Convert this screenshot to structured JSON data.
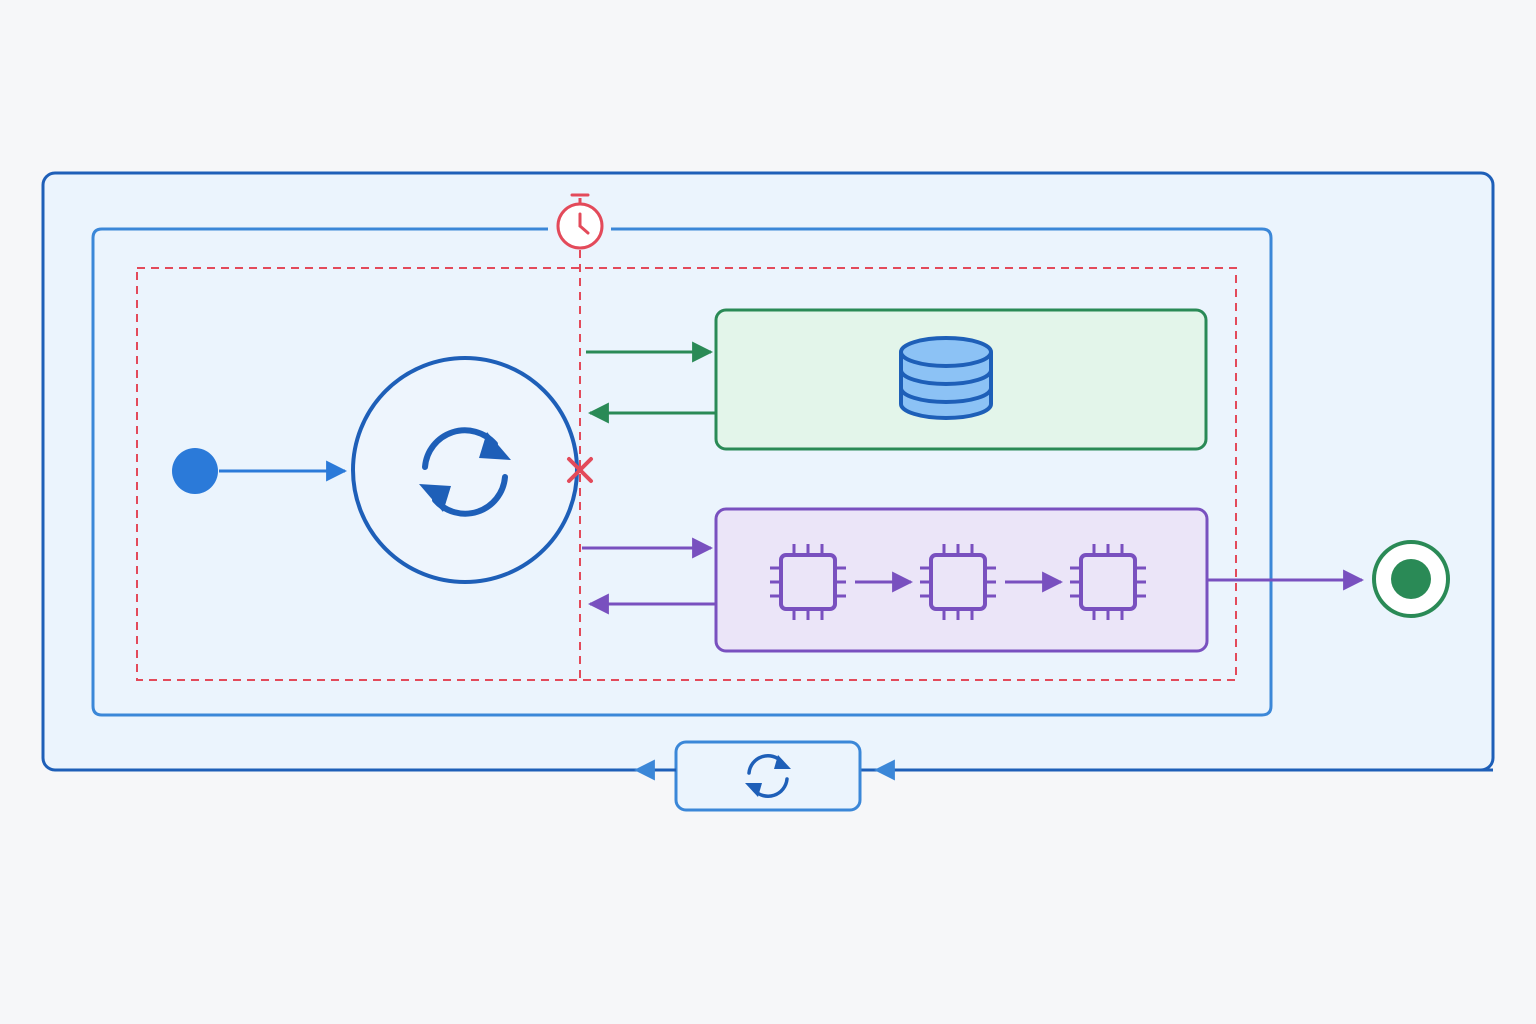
{
  "colors": {
    "background": "#f6f7f9",
    "outer_fill": "#ebf4fd",
    "blue_dark": "#1e5fb8",
    "blue_mid": "#3b87d8",
    "blue_start": "#2b7ad9",
    "red": "#e34a5a",
    "green": "#2a8a56",
    "green_fill": "#e3f5ea",
    "purple": "#7950bf",
    "purple_fill": "#ebe5f8",
    "db_fill": "#8cc2f5"
  },
  "icons": {
    "start": "start-event-dot",
    "loop": "refresh-icon",
    "timer": "stopwatch-icon",
    "error": "close-x-icon",
    "database": "database-icon",
    "processor": "chip-icon",
    "end": "end-event-ring",
    "repeat": "refresh-icon"
  },
  "diagram": {
    "processing_chain": {
      "chip_count": 3
    }
  }
}
